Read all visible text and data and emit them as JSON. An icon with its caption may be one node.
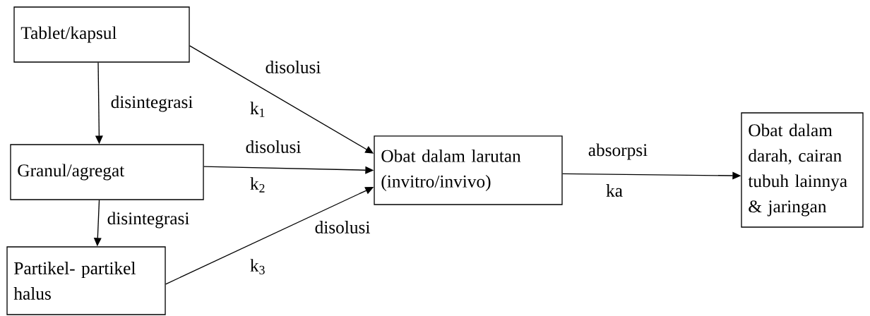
{
  "diagram": {
    "nodes": [
      {
        "text": [
          "Tablet/kapsul"
        ]
      },
      {
        "text": [
          "Granul/agregat"
        ]
      },
      {
        "text": [
          "Partikel- partikel halus"
        ]
      },
      {
        "text": [
          "Obat dalam larutan (invitro/invivo)"
        ]
      },
      {
        "text": [
          "Obat dalam darah, cairan tubuh lainnya & jaringan"
        ]
      }
    ],
    "edges": [
      {
        "from": 0,
        "to": 1,
        "arrow": "to",
        "label": "disintegrasi"
      },
      {
        "from": 1,
        "to": 2,
        "arrow": "to",
        "label": "disintegrasi"
      },
      {
        "from": 0,
        "to": 3,
        "arrow": "to",
        "label": "disolusi"
      },
      {
        "from": 1,
        "to": 3,
        "arrow": "to",
        "label": "disolusi"
      },
      {
        "from": 2,
        "to": 3,
        "arrow": "to",
        "label": "disolusi"
      },
      {
        "from": 3,
        "to": 4,
        "arrow": "to",
        "label": "absorpsi"
      }
    ],
    "labels": [
      "k$_{1}$",
      "k$_{2}$",
      "k$_{3}$",
      "ka"
    ]
  }
}
